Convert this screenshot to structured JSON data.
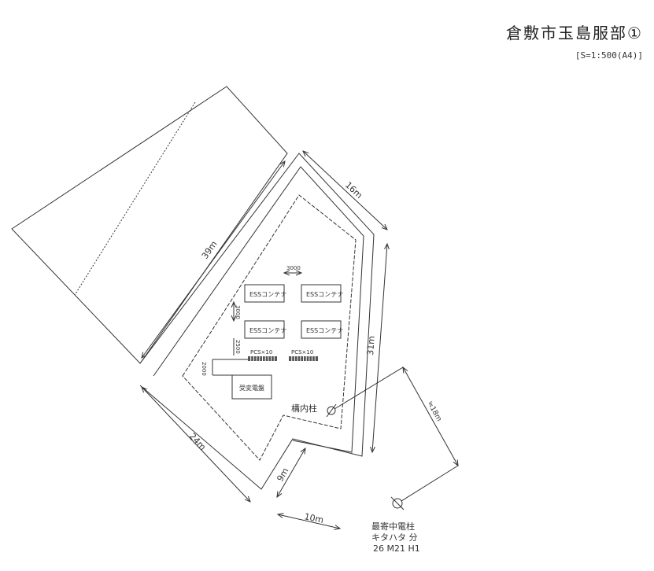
{
  "title": "倉敷市玉島服部①",
  "scale": "[S=1:500(A4)]",
  "dimensions": {
    "d39": "39m",
    "d16": "16m",
    "d31": "31m",
    "d24": "24m",
    "d9": "9m",
    "d10": "10m",
    "d18": "≒18m",
    "gap_h": "3000",
    "gap_v": "3000",
    "gap_pcs": "2500",
    "gap_sub": "2000"
  },
  "equipment": {
    "ess": [
      "ESSコンテナ",
      "ESSコンテナ",
      "ESSコンテナ",
      "ESSコンテナ"
    ],
    "pcs": [
      "PCS×10",
      "PCS×10"
    ],
    "substation": "受変電盤"
  },
  "poles": {
    "onsite": "構内柱",
    "nearest_line1": "最寄中電柱",
    "nearest_line2": "キタハタ 分",
    "nearest_line3": "26 M21 H1"
  }
}
